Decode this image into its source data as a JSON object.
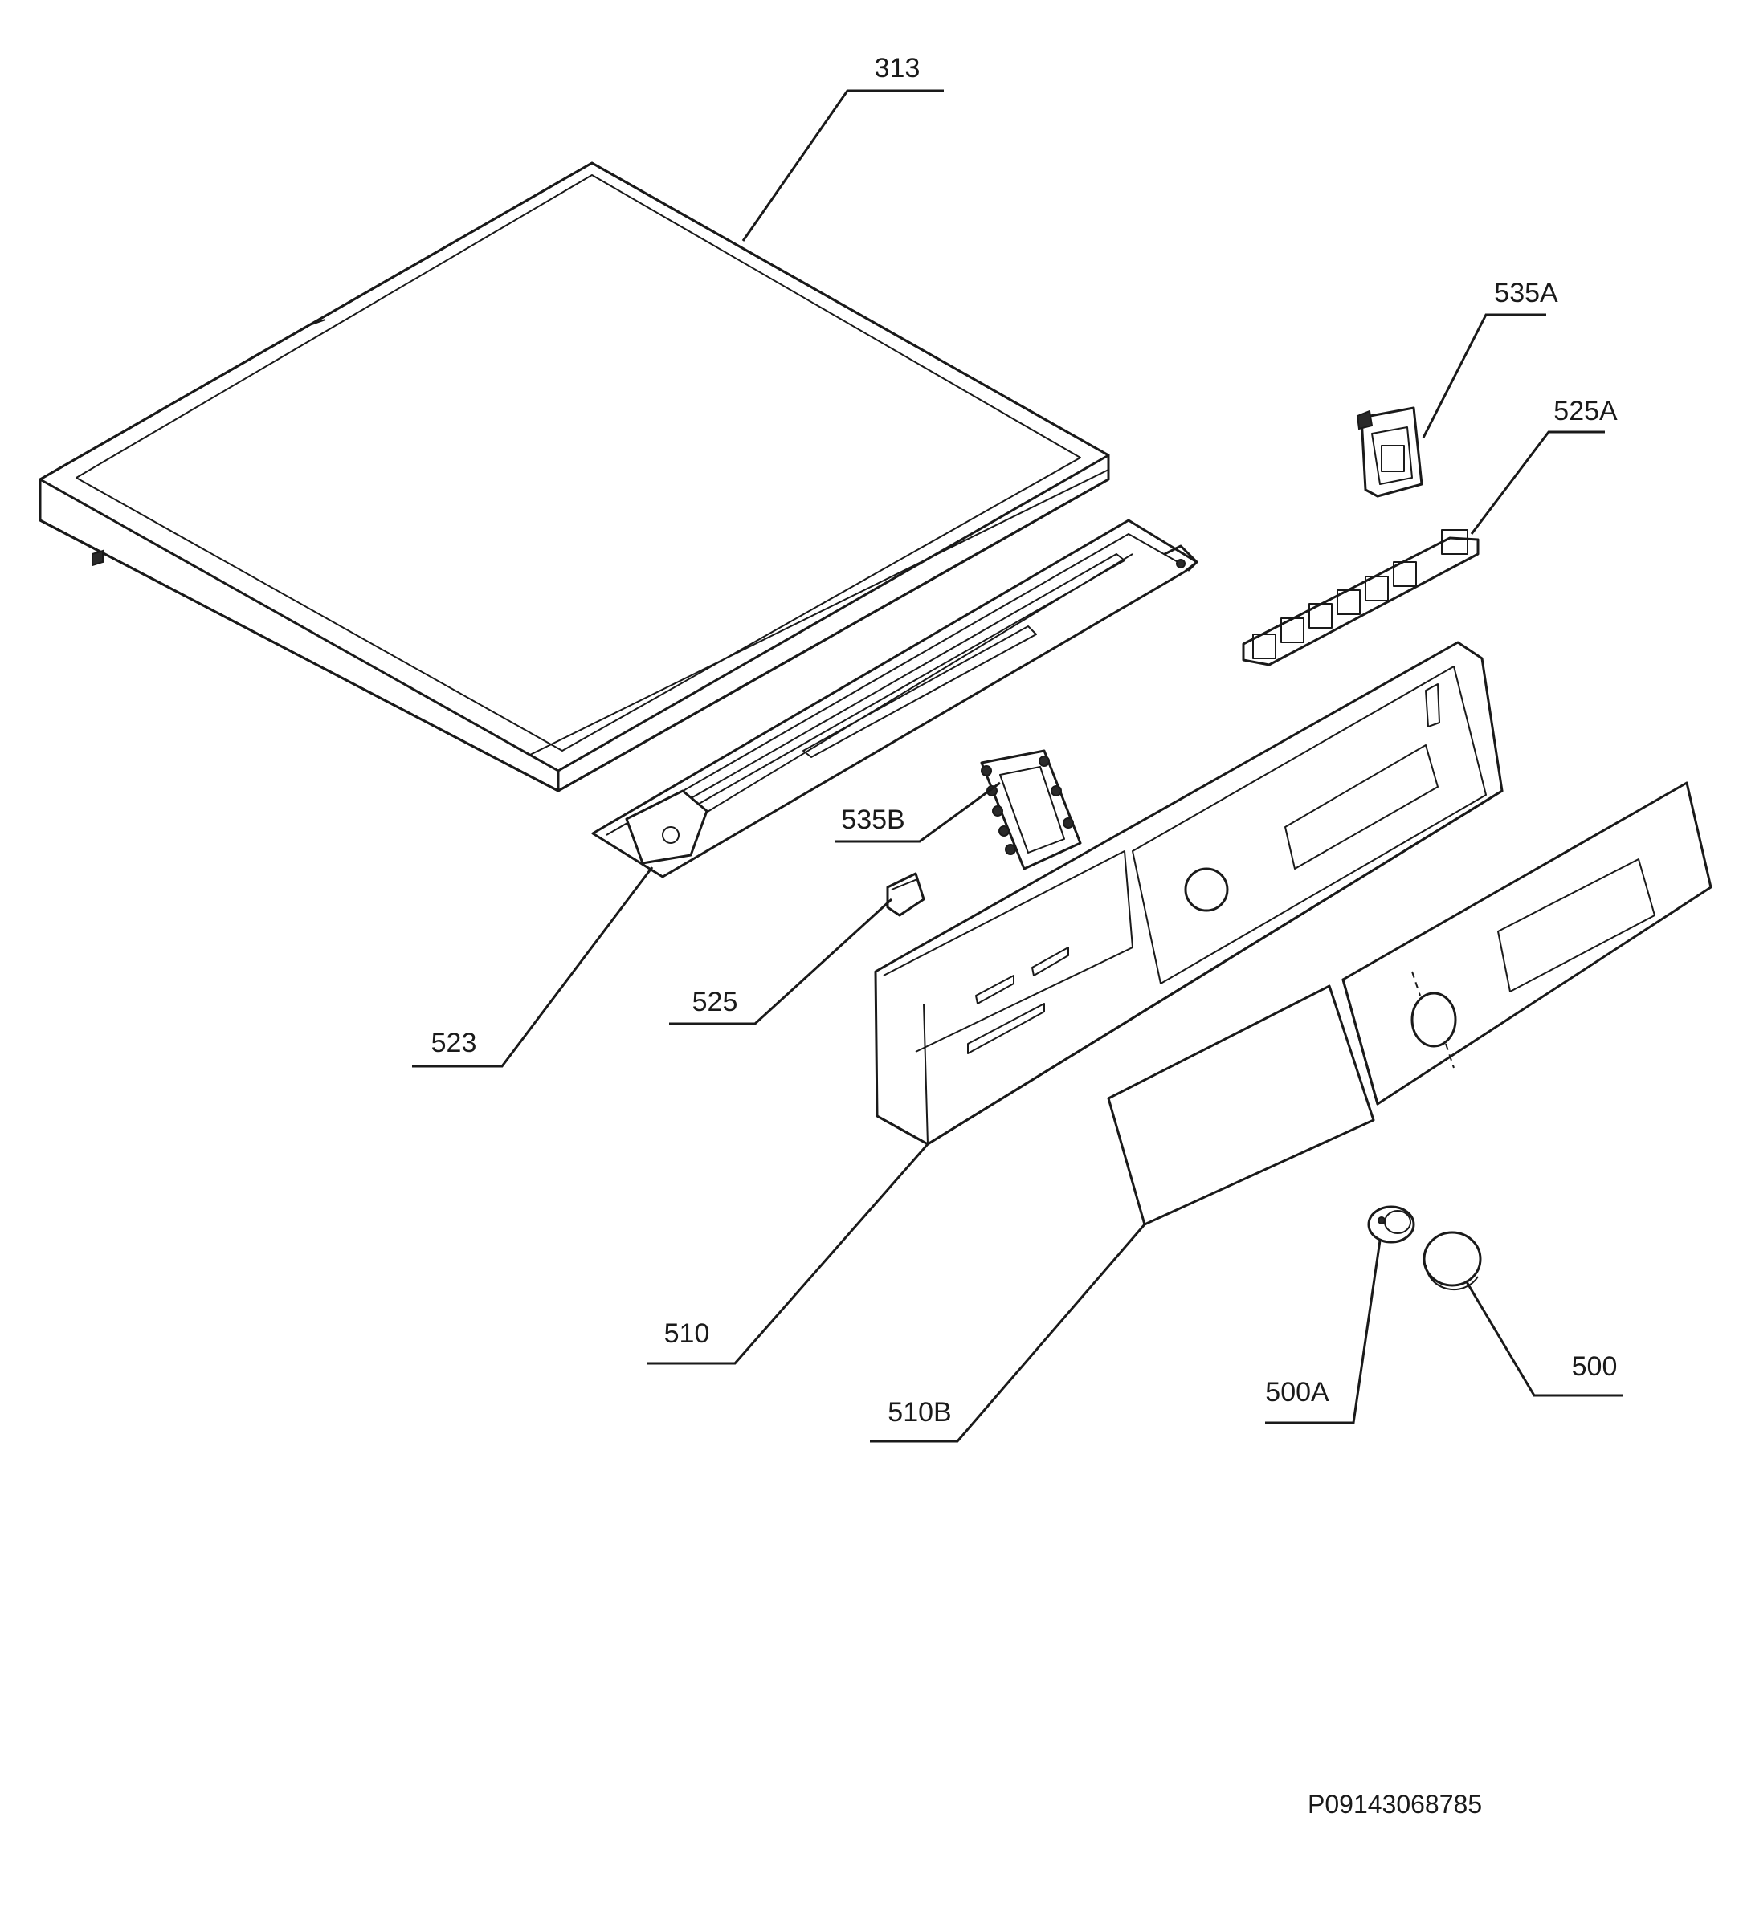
{
  "callouts": [
    {
      "id": "313",
      "label": "313"
    },
    {
      "id": "535A",
      "label": "535A"
    },
    {
      "id": "525A",
      "label": "525A"
    },
    {
      "id": "535B",
      "label": "535B"
    },
    {
      "id": "523",
      "label": "523"
    },
    {
      "id": "525",
      "label": "525"
    },
    {
      "id": "510",
      "label": "510"
    },
    {
      "id": "510B",
      "label": "510B"
    },
    {
      "id": "500A",
      "label": "500A"
    },
    {
      "id": "500",
      "label": "500"
    }
  ],
  "document_id": "P09143068785"
}
